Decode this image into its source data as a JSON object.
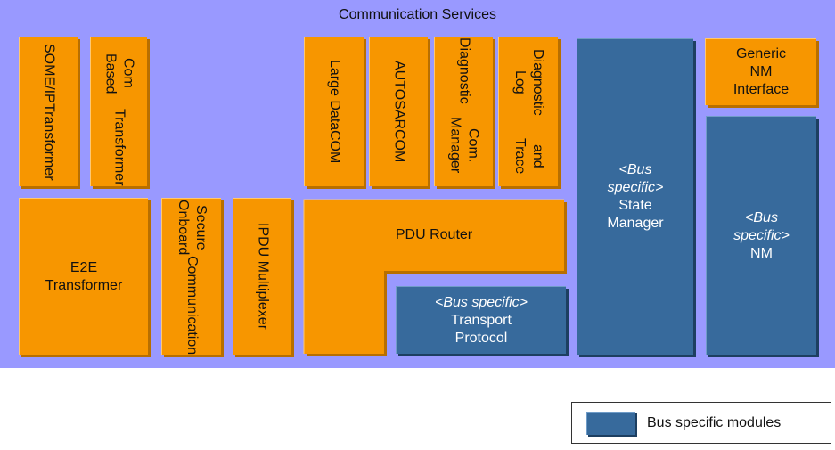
{
  "title": "Communication Services",
  "modules": {
    "someip_transformer": [
      "SOME/IP",
      "Transformer"
    ],
    "com_based_transformer": [
      "Com Based",
      "Transformer"
    ],
    "large_data_com": [
      "Large Data",
      "COM"
    ],
    "autosar_com": [
      "AUTOSAR",
      "COM"
    ],
    "diagnostic_com_manager": [
      "Diagnostic",
      "Com. Manager"
    ],
    "diagnostic_log_trace": [
      "Diagnostic Log",
      "and Trace"
    ],
    "e2e_transformer": [
      "E2E",
      "Transformer"
    ],
    "secure_onboard_communication": [
      "Secure Onboard",
      "Communication"
    ],
    "ipdu_multiplexer": "IPDU Multiplexer",
    "pdu_router": "PDU Router",
    "transport_protocol": {
      "italic": "<Bus specific>",
      "lines": [
        "Transport",
        "Protocol"
      ]
    },
    "state_manager": {
      "italic1": "<Bus",
      "italic2": "specific>",
      "lines": [
        "State",
        "Manager"
      ]
    },
    "generic_nm_interface": [
      "Generic",
      "NM",
      "Interface"
    ],
    "bus_nm": {
      "italic1": "<Bus",
      "italic2": "specific>",
      "line": "NM"
    }
  },
  "legend": {
    "label": "Bus specific modules"
  },
  "colors": {
    "background": "#9999ff",
    "module": "#f79600",
    "bus_specific": "#376a9c"
  }
}
